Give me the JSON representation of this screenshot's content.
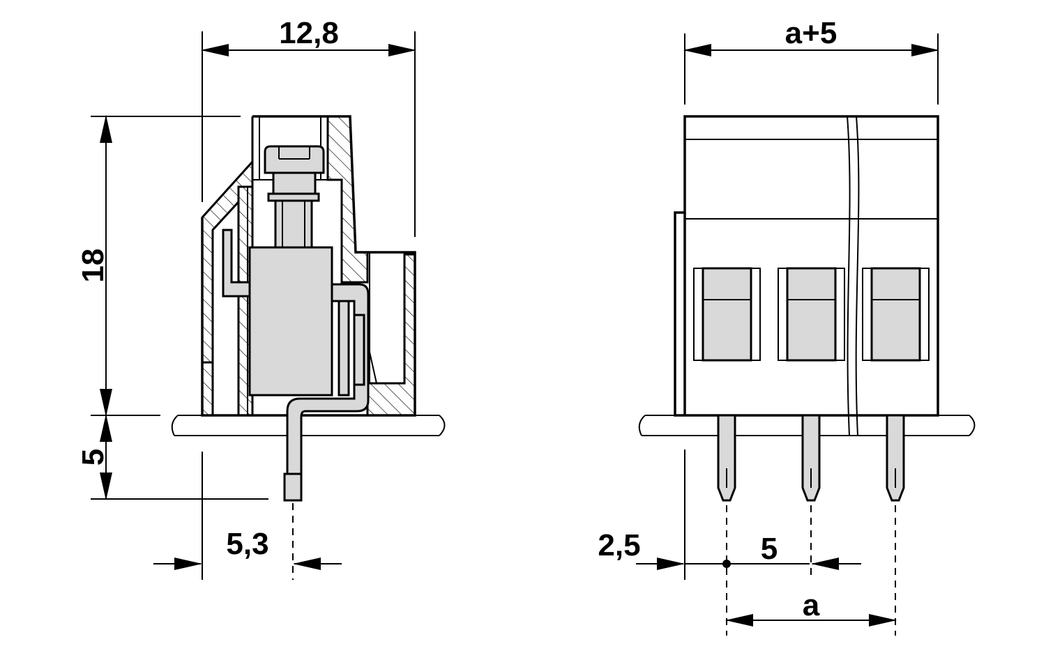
{
  "side_view": {
    "width_label": "12,8",
    "height_label": "18",
    "pin_length_label": "5",
    "pin_offset_label": "5,3"
  },
  "front_view": {
    "total_width_label": "a+5",
    "edge_offset_label": "2,5",
    "pitch_label": "5",
    "span_label": "a"
  },
  "colors": {
    "line": "#000000",
    "fill_grey": "#d9d9d9",
    "background": "#ffffff"
  }
}
